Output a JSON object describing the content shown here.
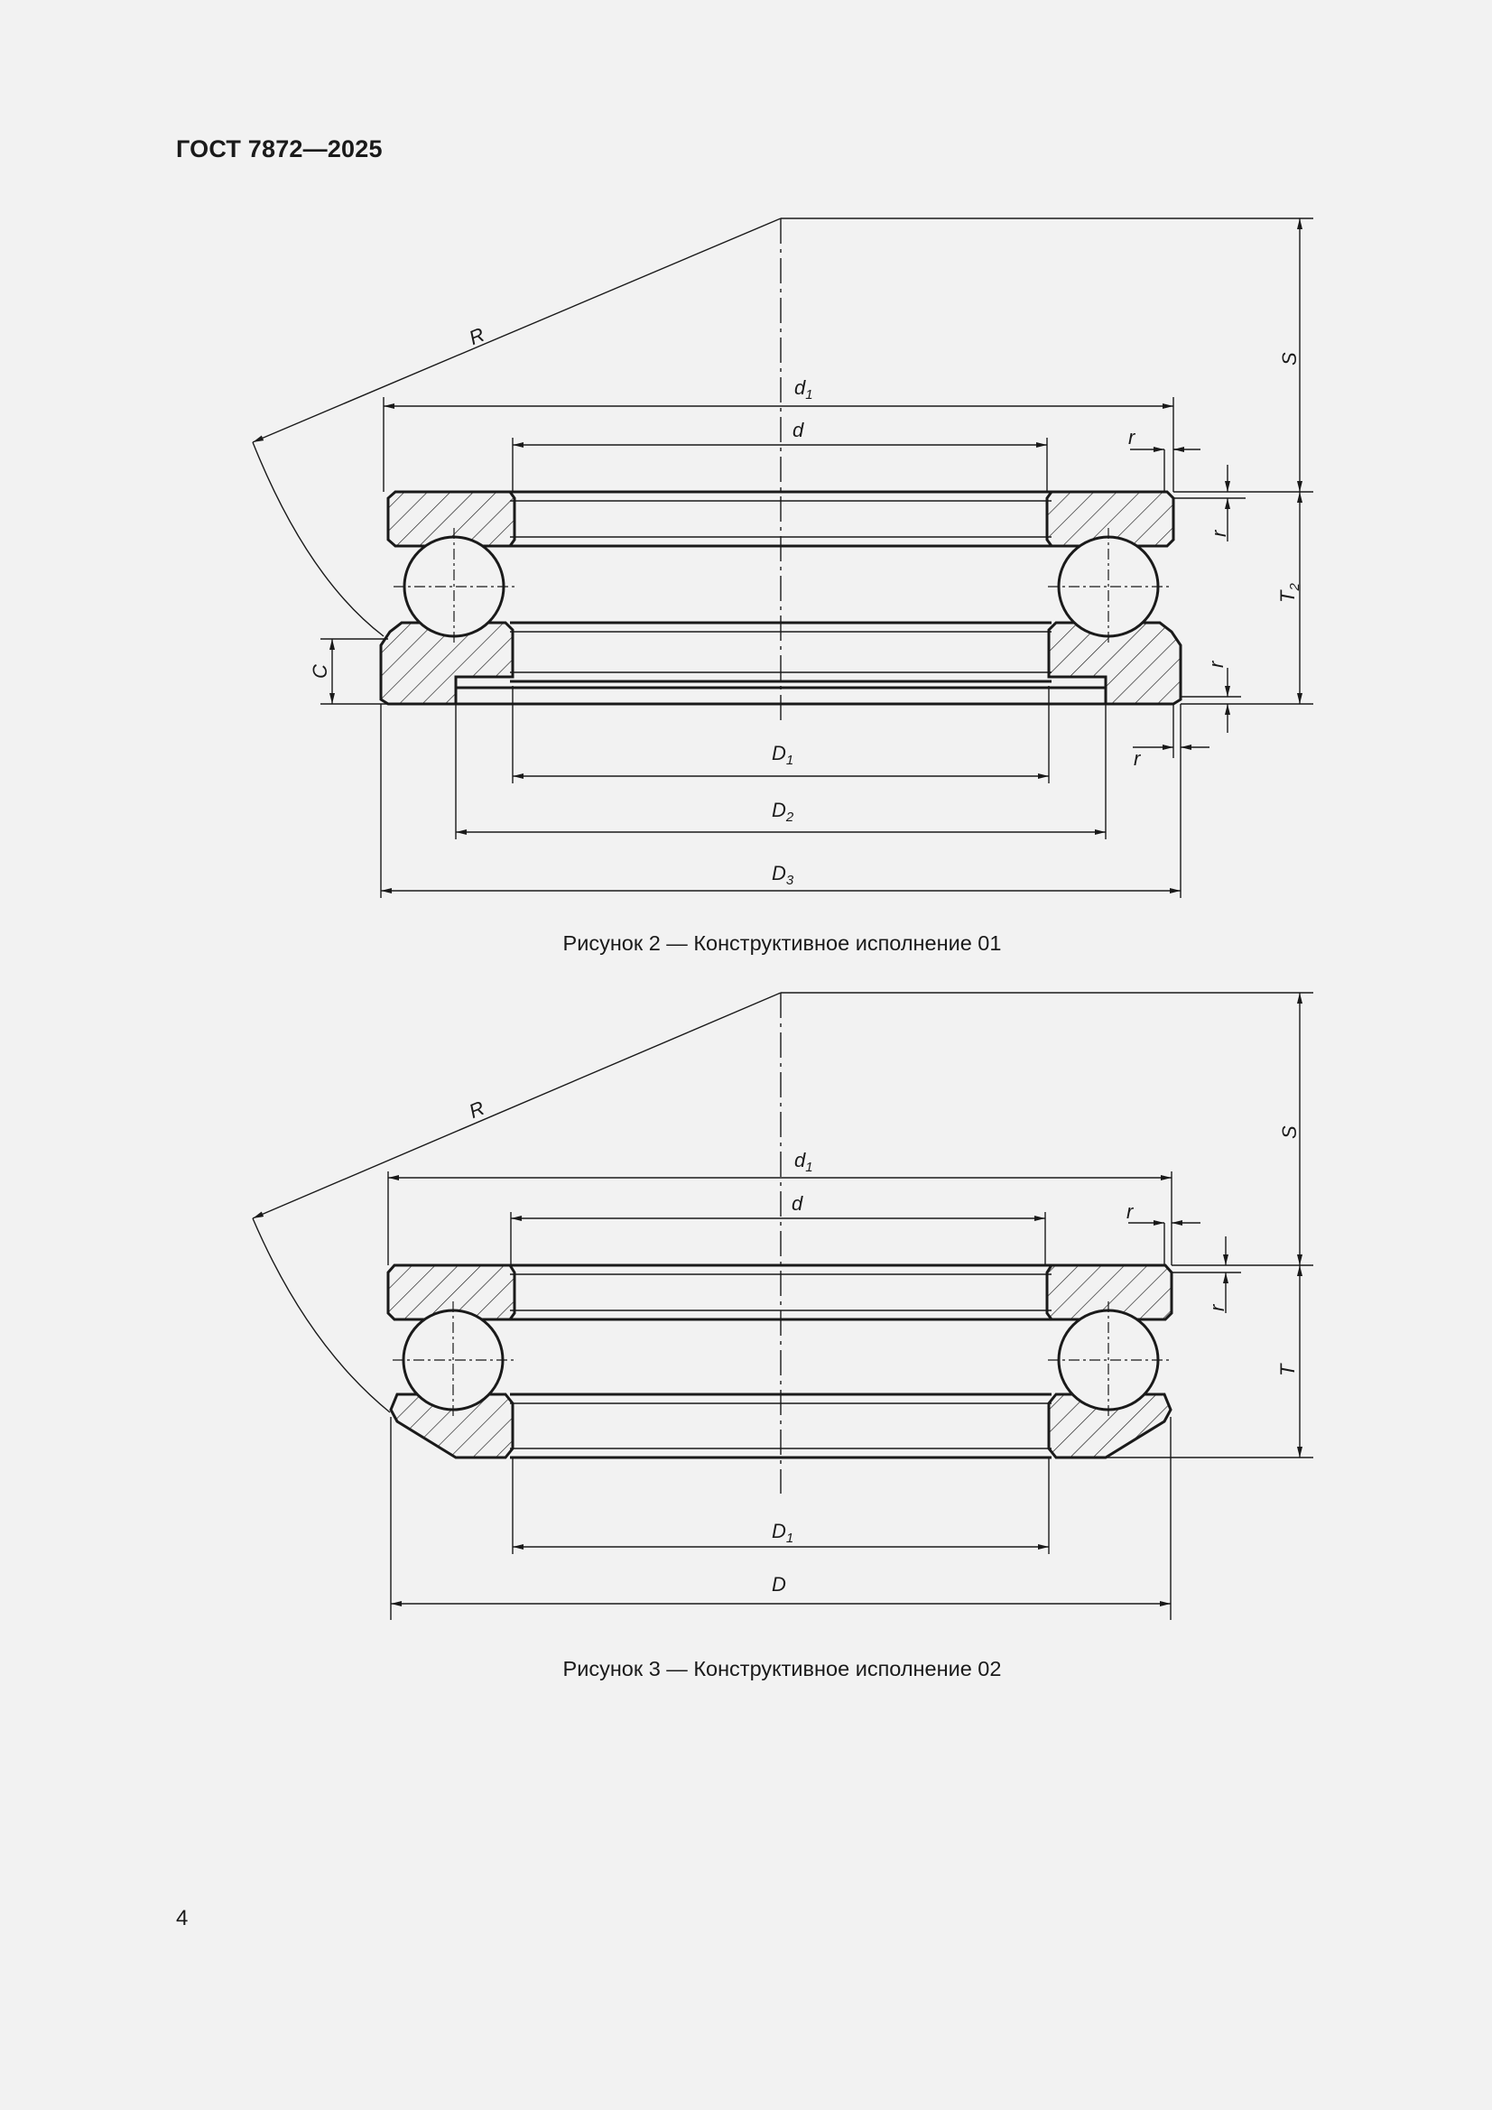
{
  "document": {
    "header": "ГОСТ 7872—2025",
    "page_number": "4"
  },
  "figure2": {
    "caption": "Рисунок 2 — Конструктивное исполнение 01",
    "labels": {
      "R": "R",
      "d1": "d",
      "d1_sub": "1",
      "d": "d",
      "r_top": "r",
      "r_right": "r",
      "S": "S",
      "T2": "T",
      "T2_sub": "2",
      "C": "C",
      "r_lower": "r",
      "r_bottom": "r",
      "D1": "D",
      "D1_sub": "1",
      "D2": "D",
      "D2_sub": "2",
      "D3": "D",
      "D3_sub": "3"
    }
  },
  "figure3": {
    "caption": "Рисунок 3 — Конструктивное исполнение 02",
    "labels": {
      "R": "R",
      "d1": "d",
      "d1_sub": "1",
      "d": "d",
      "r_top": "r",
      "r_right": "r",
      "S": "S",
      "T": "T",
      "D1": "D",
      "D1_sub": "1",
      "D": "D"
    }
  },
  "colors": {
    "ink": "#1a1a1a",
    "paper": "#f2f2f2"
  }
}
